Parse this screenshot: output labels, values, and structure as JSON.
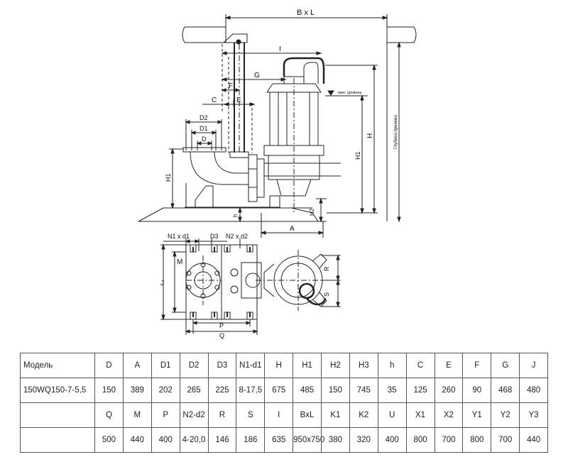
{
  "drawing": {
    "labels": {
      "bxl": "B x L",
      "i": "I",
      "g": "G",
      "f": "F",
      "c": "C",
      "e": "E",
      "d2": "D2",
      "d1": "D1",
      "d": "D",
      "h1_left": "H1",
      "h": "H",
      "h1_right": "H1",
      "h2": "H2",
      "h_small": "h",
      "a": "A",
      "depth": "Глубина приямка",
      "level": "мин. уровень",
      "n1d1": "N1 x d1",
      "d3": "D3",
      "n2d2": "N2 x d2",
      "j": "J",
      "m": "M",
      "p": "P",
      "q": "Q",
      "r": "R",
      "s": "S"
    }
  },
  "table": {
    "rows": [
      [
        "Модель",
        "D",
        "A",
        "D1",
        "D2",
        "D3",
        "N1-d1",
        "H",
        "H1",
        "H2",
        "H3",
        "h",
        "C",
        "E",
        "F",
        "G",
        "J"
      ],
      [
        "150WQ150-7-5,5",
        "150",
        "389",
        "202",
        "265",
        "225",
        "8-17,5",
        "675",
        "485",
        "150",
        "745",
        "35",
        "125",
        "260",
        "90",
        "468",
        "480"
      ],
      [
        "",
        "Q",
        "M",
        "P",
        "N2-d2",
        "R",
        "S",
        "I",
        "BxL",
        "K1",
        "K2",
        "U",
        "X1",
        "X2",
        "Y1",
        "Y2",
        "Y3"
      ],
      [
        "",
        "500",
        "440",
        "400",
        "4-20,0",
        "146",
        "186",
        "635",
        "950x750",
        "380",
        "320",
        "400",
        "800",
        "700",
        "800",
        "700",
        "440"
      ]
    ]
  }
}
